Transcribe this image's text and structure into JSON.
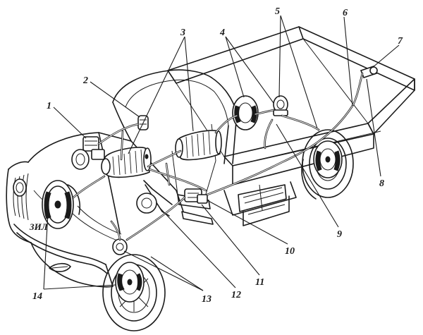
{
  "callouts": [
    {
      "id": "1",
      "text": "1"
    },
    {
      "id": "2",
      "text": "2"
    },
    {
      "id": "3",
      "text": "3"
    },
    {
      "id": "4",
      "text": "4"
    },
    {
      "id": "5",
      "text": "5"
    },
    {
      "id": "6",
      "text": "6"
    },
    {
      "id": "7",
      "text": "7"
    },
    {
      "id": "8",
      "text": "8"
    },
    {
      "id": "9",
      "text": "9"
    },
    {
      "id": "10",
      "text": "10"
    },
    {
      "id": "11",
      "text": "11"
    },
    {
      "id": "12",
      "text": "12"
    },
    {
      "id": "13",
      "text": "13"
    },
    {
      "id": "14",
      "text": "14"
    }
  ],
  "hood_mark": "ЗИЛ",
  "colors": {
    "ink": "#1a1a1a",
    "paper": "#ffffff"
  }
}
